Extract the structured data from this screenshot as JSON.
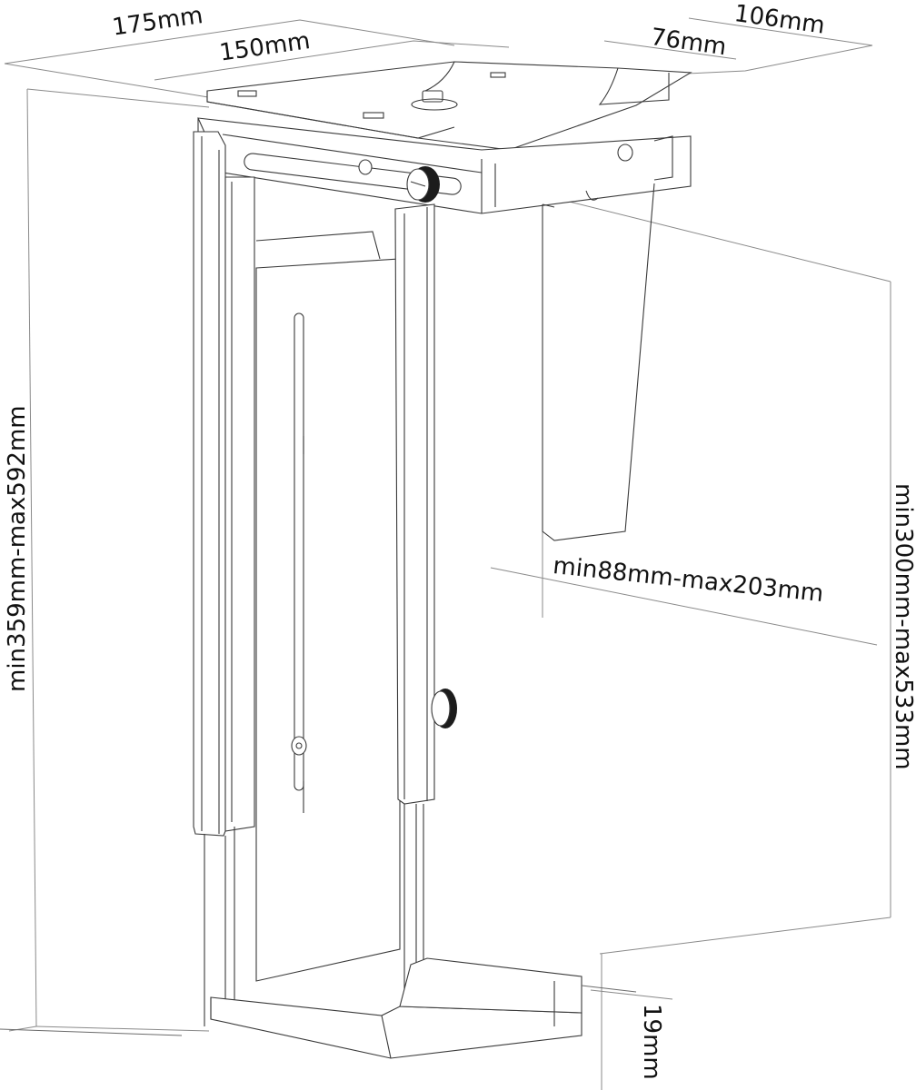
{
  "diagram": {
    "subject": "Under-desk CPU holder technical line drawing",
    "dimensions": {
      "total_depth": "175mm",
      "mount_depth": "150mm",
      "total_width_top": "106mm",
      "mount_width": "76mm",
      "overall_height": "min359mm-max592mm",
      "width_range": "min88mm-max203mm",
      "case_height_range": "min300mm-max533mm",
      "base_lip_height": "19mm"
    },
    "colors": {
      "line": "#3a3a3a",
      "dimension_line": "#8a8a8a",
      "background": "#ffffff",
      "knurl": "#1c1c1c"
    }
  }
}
